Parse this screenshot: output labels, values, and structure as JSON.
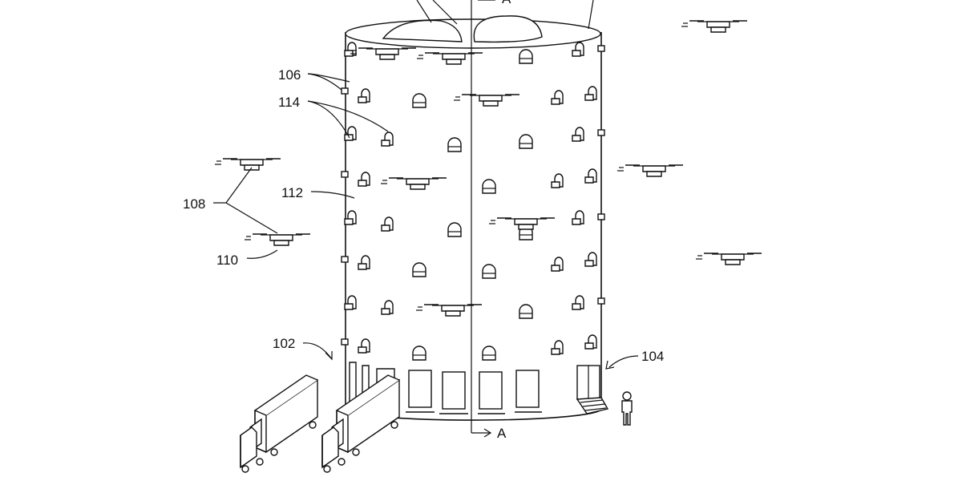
{
  "figure": {
    "labels": {
      "ref_106": "106",
      "ref_114": "114",
      "ref_112": "112",
      "ref_108": "108",
      "ref_110": "110",
      "ref_102": "102",
      "ref_104": "104",
      "section_bottom": "A",
      "section_top": "A"
    }
  }
}
